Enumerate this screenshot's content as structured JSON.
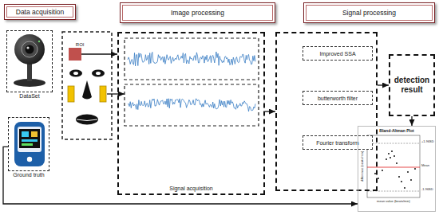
{
  "diagram": {
    "nodes": [
      {
        "text": [
          "Data acquisition"
        ]
      },
      {
        "text": [
          "Image processing"
        ]
      },
      {
        "text": [
          "Signal processing"
        ]
      },
      {
        "text": [
          "DataSet"
        ]
      },
      {
        "text": [
          "Ground truth"
        ]
      },
      {
        "text": [
          "ROI"
        ]
      },
      {
        "text": [
          "Signal acquisition"
        ]
      },
      {
        "text": []
      },
      {
        "text": [
          "Improved SSA"
        ],
        "in": 7
      },
      {
        "text": [
          "butterworth filter"
        ],
        "in": 7
      },
      {
        "text": [
          "Fourier transform"
        ],
        "in": 7
      },
      {
        "text": [
          "detection result"
        ]
      },
      {
        "text": [
          "Bland-Altman Plot"
        ]
      }
    ],
    "edges": [
      {
        "from": 5,
        "to": 6,
        "arrow": "to"
      },
      {
        "from": 6,
        "to": 7,
        "arrow": "to"
      },
      {
        "from": 7,
        "to": 11,
        "arrow": "to"
      },
      {
        "from": 11,
        "to": 12,
        "arrow": "to"
      },
      {
        "from": 4,
        "to": 12,
        "arrow": "to"
      }
    ],
    "labels": [
      "difference (beats/min)",
      "mean value (beats/min)",
      "+1.96SD",
      "Mean",
      "-1.96SD"
    ]
  }
}
